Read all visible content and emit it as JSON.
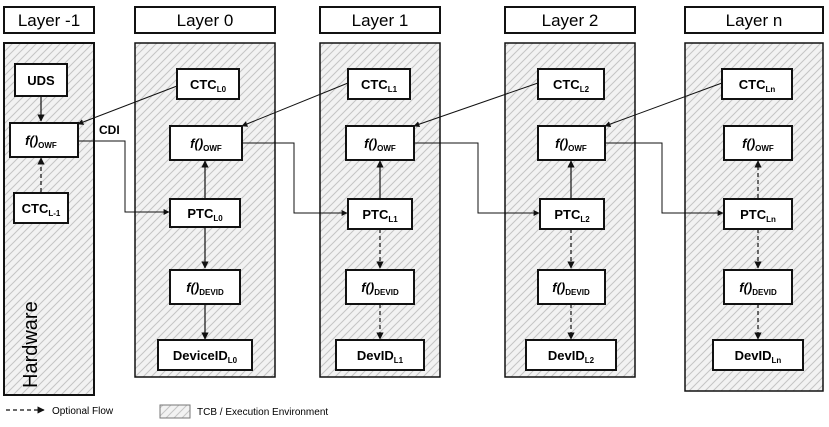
{
  "layers": [
    {
      "header": "Layer -1"
    },
    {
      "header": "Layer 0"
    },
    {
      "header": "Layer 1"
    },
    {
      "header": "Layer 2"
    },
    {
      "header": "Layer n"
    }
  ],
  "hardware_label": "Hardware",
  "cdi_label": "CDI",
  "text": {
    "uds": "UDS",
    "ctc": "CTC",
    "ptc": "PTC",
    "f_paren": "f()",
    "owf_sub": "OWF",
    "devid_sub": "DEVID",
    "deviceid": "DeviceID",
    "devid": "DevID",
    "sub_lm1": "L-1",
    "sub_l0": "L0",
    "sub_l1": "L1",
    "sub_l2": "L2",
    "sub_ln": "Ln"
  },
  "legend": {
    "optional_flow": "Optional Flow",
    "tcb": "TCB / Execution Environment"
  }
}
